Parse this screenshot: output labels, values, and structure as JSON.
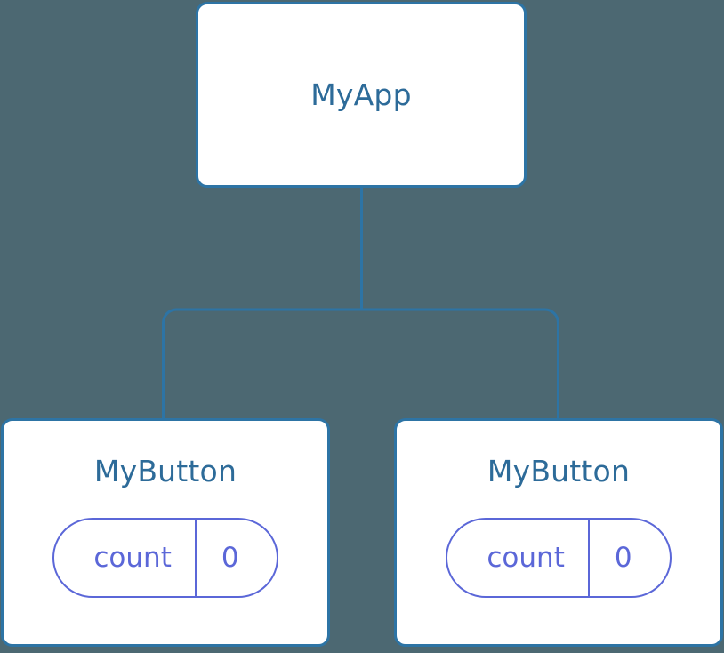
{
  "diagram": {
    "background_color": "#4c6872",
    "node_border_color": "#2d74a5",
    "node_fill_color": "#ffffff",
    "node_title_color": "#2d6b99",
    "state_pill_color": "#5b67d8",
    "edge_color": "#2d74a5"
  },
  "nodes": {
    "root": {
      "title": "MyApp"
    },
    "left_leaf": {
      "title": "MyButton",
      "state": {
        "key": "count",
        "value": "0"
      }
    },
    "right_leaf": {
      "title": "MyButton",
      "state": {
        "key": "count",
        "value": "0"
      }
    }
  },
  "edges": [
    {
      "from": "root",
      "to": "left_leaf"
    },
    {
      "from": "root",
      "to": "right_leaf"
    }
  ]
}
